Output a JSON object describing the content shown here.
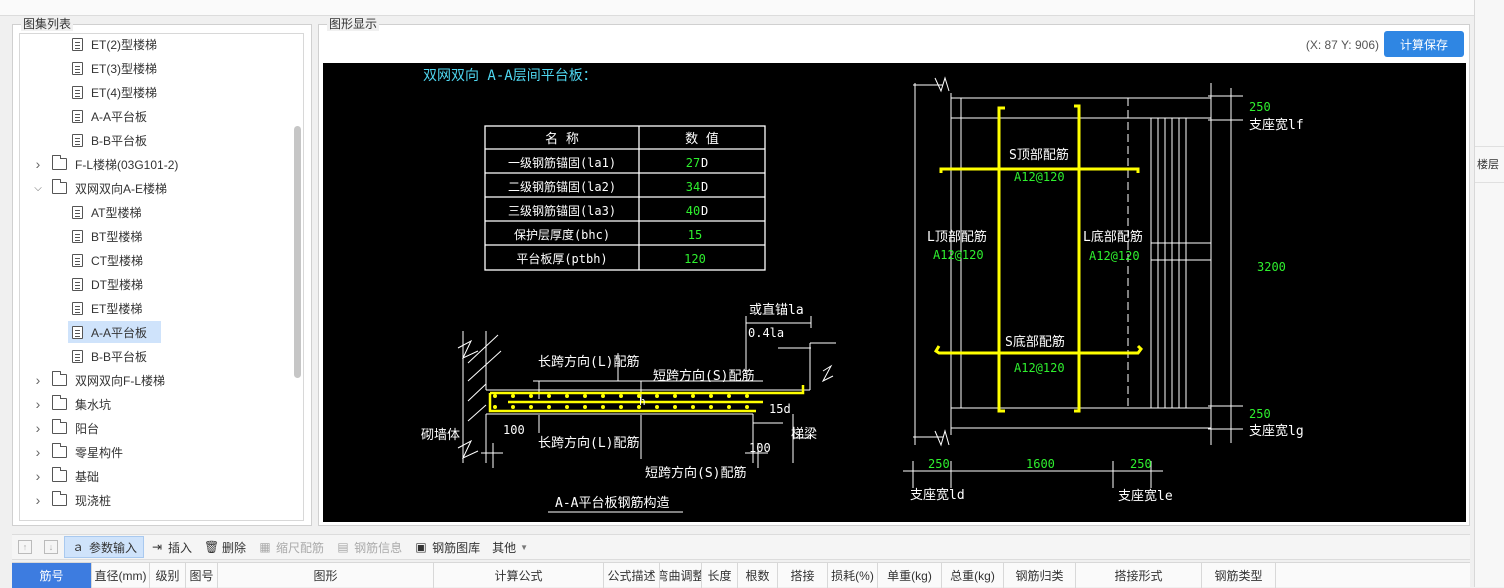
{
  "left_panel": {
    "title": "图集列表",
    "tree": [
      {
        "label": "ET(2)型楼梯",
        "kind": "doc"
      },
      {
        "label": "ET(3)型楼梯",
        "kind": "doc"
      },
      {
        "label": "ET(4)型楼梯",
        "kind": "doc"
      },
      {
        "label": "A-A平台板",
        "kind": "doc"
      },
      {
        "label": "B-B平台板",
        "kind": "doc"
      },
      {
        "label": "F-L楼梯(03G101-2)",
        "kind": "folder",
        "expanded": false
      },
      {
        "label": "双网双向A-E楼梯",
        "kind": "folder",
        "expanded": true
      },
      {
        "label": "AT型楼梯",
        "kind": "doc"
      },
      {
        "label": "BT型楼梯",
        "kind": "doc"
      },
      {
        "label": "CT型楼梯",
        "kind": "doc"
      },
      {
        "label": "DT型楼梯",
        "kind": "doc"
      },
      {
        "label": "ET型楼梯",
        "kind": "doc"
      },
      {
        "label": "A-A平台板",
        "kind": "doc",
        "selected": true
      },
      {
        "label": "B-B平台板",
        "kind": "doc"
      },
      {
        "label": "双网双向F-L楼梯",
        "kind": "folder",
        "expanded": false
      },
      {
        "label": "集水坑",
        "kind": "folder",
        "expanded": false
      },
      {
        "label": "阳台",
        "kind": "folder",
        "expanded": false
      },
      {
        "label": "零星构件",
        "kind": "folder",
        "expanded": false
      },
      {
        "label": "基础",
        "kind": "folder",
        "expanded": false
      },
      {
        "label": "现浇桩",
        "kind": "folder",
        "expanded": false
      }
    ]
  },
  "right_panel": {
    "title": "图形显示",
    "coords": "(X: 87 Y: 906)",
    "calc_button": "计算保存"
  },
  "drawing": {
    "title": "双网双向 A-A层间平台板：",
    "table_header": {
      "name": "名  称",
      "value": "数  值"
    },
    "table_rows": [
      {
        "name": "一级钢筋锚固(la1)",
        "value": "27",
        "unit": "D"
      },
      {
        "name": "二级钢筋锚固(la2)",
        "value": "34",
        "unit": "D"
      },
      {
        "name": "三级钢筋锚固(la3)",
        "value": "40",
        "unit": "D"
      },
      {
        "name": "保护层厚度(bhc)",
        "value": "15",
        "unit": ""
      },
      {
        "name": "平台板厚(ptbh)",
        "value": "120",
        "unit": ""
      }
    ],
    "section": {
      "zhimao": "或直锚la",
      "ratio": "0.4la",
      "long_top": "长跨方向(L)配筋",
      "short_top": "短跨方向(S)配筋",
      "h": "h",
      "d15": "15d",
      "wall": "砌墙体",
      "d100a": "100",
      "long_bottom": "长跨方向(L)配筋",
      "d100b": "100",
      "beam": "梯梁",
      "short_bottom": "短跨方向(S)配筋",
      "caption": "A-A平台板钢筋构造"
    },
    "plan": {
      "s_top": "S顶部配筋",
      "s_top_val": "A12@120",
      "l_top": "L顶部配筋",
      "l_top_val": "A12@120",
      "l_bottom": "L底部配筋",
      "l_bottom_val": "A12@120",
      "s_bottom": "S底部配筋",
      "s_bottom_val": "A12@120",
      "dim_250_top": "250",
      "lf": "支座宽lf",
      "dim_3200": "3200",
      "dim_250_bottom": "250",
      "lg": "支座宽lg",
      "dim_250_left": "250",
      "dim_1600": "1600",
      "dim_250_right": "250",
      "ld": "支座宽ld",
      "le": "支座宽le"
    }
  },
  "toolbar": {
    "param_input": "参数输入",
    "insert": "插入",
    "delete": "删除",
    "scale": "缩尺配筋",
    "info": "钢筋信息",
    "library": "钢筋图库",
    "other": "其他"
  },
  "table_columns": [
    "筋号",
    "直径(mm)",
    "级别",
    "图号",
    "图形",
    "计算公式",
    "公式描述",
    "弯曲调整",
    "长度",
    "根数",
    "搭接",
    "损耗(%)",
    "单重(kg)",
    "总重(kg)",
    "钢筋归类",
    "搭接形式",
    "钢筋类型"
  ],
  "right_strip_tab": "楼层",
  "colors": {
    "accent": "#2f86e3",
    "cad_bg": "#000000",
    "cad_title": "#4fd7f0",
    "cad_green": "#2ef02e",
    "cad_yellow": "#ffff00",
    "selected": "#cfe3fb"
  }
}
